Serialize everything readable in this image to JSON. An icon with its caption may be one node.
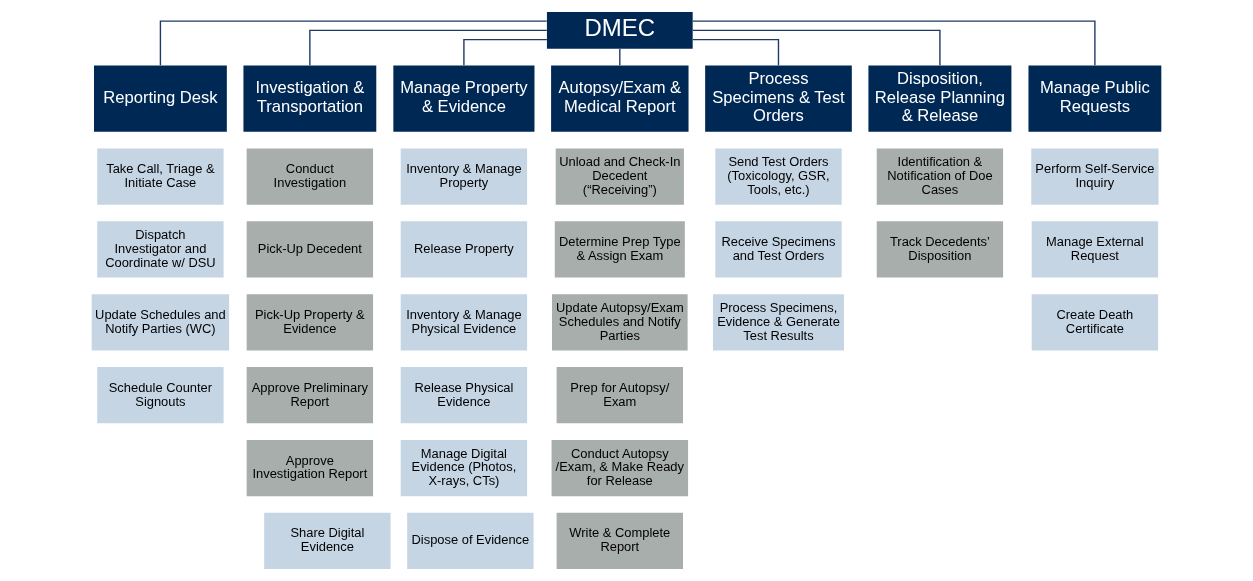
{
  "diagram": {
    "nodes": [
      {
        "text": [
          "DMEC"
        ]
      },
      {
        "text": [
          "Reporting Desk"
        ]
      },
      {
        "text": [
          "Take Call, Triage & Initiate Case"
        ]
      },
      {
        "text": [
          "Dispatch Investigator and Coordinate w/ DSU"
        ]
      },
      {
        "text": [
          "Update Schedules and Notify Parties (WC)"
        ]
      },
      {
        "text": [
          "Schedule Counter Signouts"
        ]
      },
      {
        "text": [
          "Investigation & Transportation"
        ]
      },
      {
        "text": [
          "Conduct Investigation"
        ]
      },
      {
        "text": [
          "Pick-Up Decedent"
        ]
      },
      {
        "text": [
          "Pick-Up Property & Evidence"
        ]
      },
      {
        "text": [
          "Approve Preliminary Report"
        ]
      },
      {
        "text": [
          "Approve Investigation Report"
        ]
      },
      {
        "text": [
          "Manage Property & Evidence"
        ]
      },
      {
        "text": [
          "Inventory & Manage Property"
        ]
      },
      {
        "text": [
          "Release Property"
        ]
      },
      {
        "text": [
          "Inventory & Manage Physical Evidence"
        ]
      },
      {
        "text": [
          "Release Physical Evidence"
        ]
      },
      {
        "text": [
          "Manage Digital Evidence (Photos, X-rays, CTs)"
        ]
      },
      {
        "text": [
          "Share Digital Evidence"
        ]
      },
      {
        "text": [
          "Dispose of Evidence"
        ]
      },
      {
        "text": [
          "Autopsy/Exam & Medical Report"
        ]
      },
      {
        "text": [
          "Unload and Check-In Decedent (“Receiving”)"
        ]
      },
      {
        "text": [
          "Determine Prep Type & Assign Exam"
        ]
      },
      {
        "text": [
          "Update Autopsy/Exam Schedules and Notify Parties"
        ]
      },
      {
        "text": [
          "Prep for Autopsy/ Exam"
        ]
      },
      {
        "text": [
          "Conduct Autopsy /Exam, & Make Ready for Release"
        ]
      },
      {
        "text": [
          "Write & Complete Report"
        ]
      },
      {
        "text": [
          "Process Specimens & Test Orders"
        ]
      },
      {
        "text": [
          "Send Test Orders (Toxicology, GSR, Tools, etc.)"
        ]
      },
      {
        "text": [
          "Receive Specimens and Test Orders"
        ]
      },
      {
        "text": [
          "Process Specimens, Evidence & Generate Test Results"
        ]
      },
      {
        "text": [
          "Disposition, Release Planning & Release"
        ]
      },
      {
        "text": [
          "Identification & Notification of Doe Cases"
        ]
      },
      {
        "text": [
          "Track Decedents’ Disposition"
        ]
      },
      {
        "text": [
          "Manage Public Requests"
        ]
      },
      {
        "text": [
          "Perform Self-Service Inquiry"
        ]
      },
      {
        "text": [
          "Manage External Request"
        ]
      },
      {
        "text": [
          "Create Death Certificate"
        ]
      }
    ],
    "edges": [
      {
        "from": 0,
        "to": 1,
        "arrow": "none"
      },
      {
        "from": 0,
        "to": 6,
        "arrow": "none"
      },
      {
        "from": 0,
        "to": 12,
        "arrow": "none"
      },
      {
        "from": 0,
        "to": 20,
        "arrow": "none"
      },
      {
        "from": 0,
        "to": 27,
        "arrow": "none"
      },
      {
        "from": 0,
        "to": 31,
        "arrow": "none"
      },
      {
        "from": 0,
        "to": 34,
        "arrow": "none"
      }
    ]
  }
}
